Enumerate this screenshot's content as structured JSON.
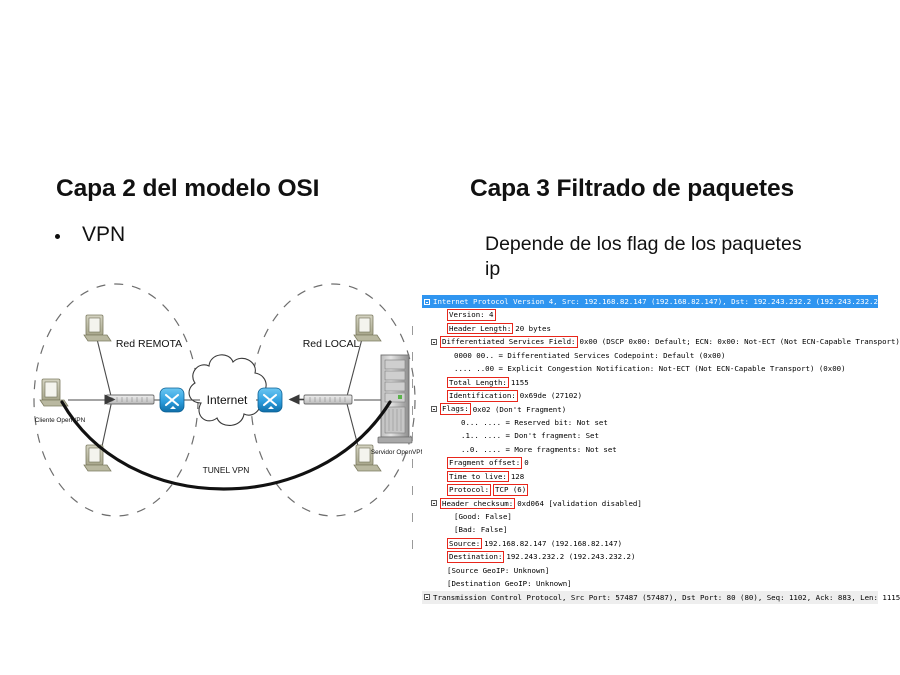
{
  "slide": {
    "left_title": "Capa 2 del modelo OSI",
    "left_bullet": "VPN",
    "right_title": "Capa 3 Filtrado de paquetes",
    "right_subtitle": "Depende de los flag de los paquetes ip"
  },
  "diagram": {
    "name": "vpn-network-topology",
    "labels": {
      "remote_network": "Red REMOTA",
      "local_network": "Red LOCAL",
      "internet": "Internet",
      "client": "Cliente OpenVPN",
      "server": "Servidor OpenVPN",
      "tunnel": "TUNEL VPN"
    },
    "colors": {
      "router": "#2e9ede",
      "router_dark": "#1277b5",
      "workstation": "#b5b49a",
      "workstation_screen": "#f2f2ec",
      "server": "#9c9c9c",
      "switch": "#cfcfcf",
      "tunnel_line": "#111111",
      "boundary_dash": "#6e6e6e"
    }
  },
  "wireshark": {
    "selection_color": "#2f95f0",
    "highlight_box_color": "#e8261b",
    "lines": [
      {
        "indent": 0,
        "expander": "minus",
        "style": "sel",
        "text": "Internet Protocol Version 4, Src: 192.168.82.147 (192.168.82.147), Dst: 192.243.232.2 (192.243.232.2)"
      },
      {
        "indent": 2,
        "expander": "none",
        "style": "none",
        "key": "Version: 4",
        "value": ""
      },
      {
        "indent": 2,
        "expander": "none",
        "style": "none",
        "key": "Header Length:",
        "value": " 20 bytes"
      },
      {
        "indent": 1,
        "expander": "minus",
        "style": "none",
        "key": "Differentiated Services Field:",
        "value": " 0x00 (DSCP 0x00: Default; ECN: 0x00: Not-ECT (Not ECN-Capable Transport))"
      },
      {
        "indent": 3,
        "expander": "none",
        "style": "none",
        "text": "0000 00.. = Differentiated Services Codepoint: Default (0x00)"
      },
      {
        "indent": 3,
        "expander": "none",
        "style": "none",
        "text": ".... ..00 = Explicit Congestion Notification: Not-ECT (Not ECN-Capable Transport) (0x00)"
      },
      {
        "indent": 2,
        "expander": "none",
        "style": "none",
        "key": "Total Length:",
        "value": " 1155"
      },
      {
        "indent": 2,
        "expander": "none",
        "style": "none",
        "key": "Identification:",
        "value": " 0x69de (27102)"
      },
      {
        "indent": 1,
        "expander": "minus",
        "style": "none",
        "key": "Flags:",
        "value": " 0x02 (Don't Fragment)"
      },
      {
        "indent": 4,
        "expander": "none",
        "style": "none",
        "text": "0... .... = Reserved bit: Not set"
      },
      {
        "indent": 4,
        "expander": "none",
        "style": "none",
        "text": ".1.. .... = Don't fragment: Set"
      },
      {
        "indent": 4,
        "expander": "none",
        "style": "none",
        "text": "..0. .... = More fragments: Not set"
      },
      {
        "indent": 2,
        "expander": "none",
        "style": "none",
        "key": "Fragment offset:",
        "value": " 0"
      },
      {
        "indent": 2,
        "expander": "none",
        "style": "none",
        "key": "Time to live:",
        "value": " 128"
      },
      {
        "indent": 2,
        "expander": "none",
        "style": "none",
        "key": "Protocol:",
        "value": "TCP (6)",
        "value_boxed": true
      },
      {
        "indent": 1,
        "expander": "minus",
        "style": "none",
        "key": "Header checksum:",
        "value": " 0xd064 [validation disabled]"
      },
      {
        "indent": 3,
        "expander": "none",
        "style": "none",
        "text": "[Good: False]"
      },
      {
        "indent": 3,
        "expander": "none",
        "style": "none",
        "text": "[Bad: False]"
      },
      {
        "indent": 2,
        "expander": "none",
        "style": "none",
        "key": "Source:",
        "value": " 192.168.82.147 (192.168.82.147)"
      },
      {
        "indent": 2,
        "expander": "none",
        "style": "none",
        "key": "Destination:",
        "value": " 192.243.232.2 (192.243.232.2)"
      },
      {
        "indent": 2,
        "expander": "none",
        "style": "none",
        "text": "[Source GeoIP: Unknown]"
      },
      {
        "indent": 2,
        "expander": "none",
        "style": "none",
        "text": "[Destination GeoIP: Unknown]"
      },
      {
        "indent": 0,
        "expander": "minus",
        "style": "shade",
        "text": "Transmission Control Protocol, Src Port: 57487 (57487), Dst Port: 80 (80), Seq: 1102, Ack: 883, Len: 1115"
      }
    ]
  }
}
